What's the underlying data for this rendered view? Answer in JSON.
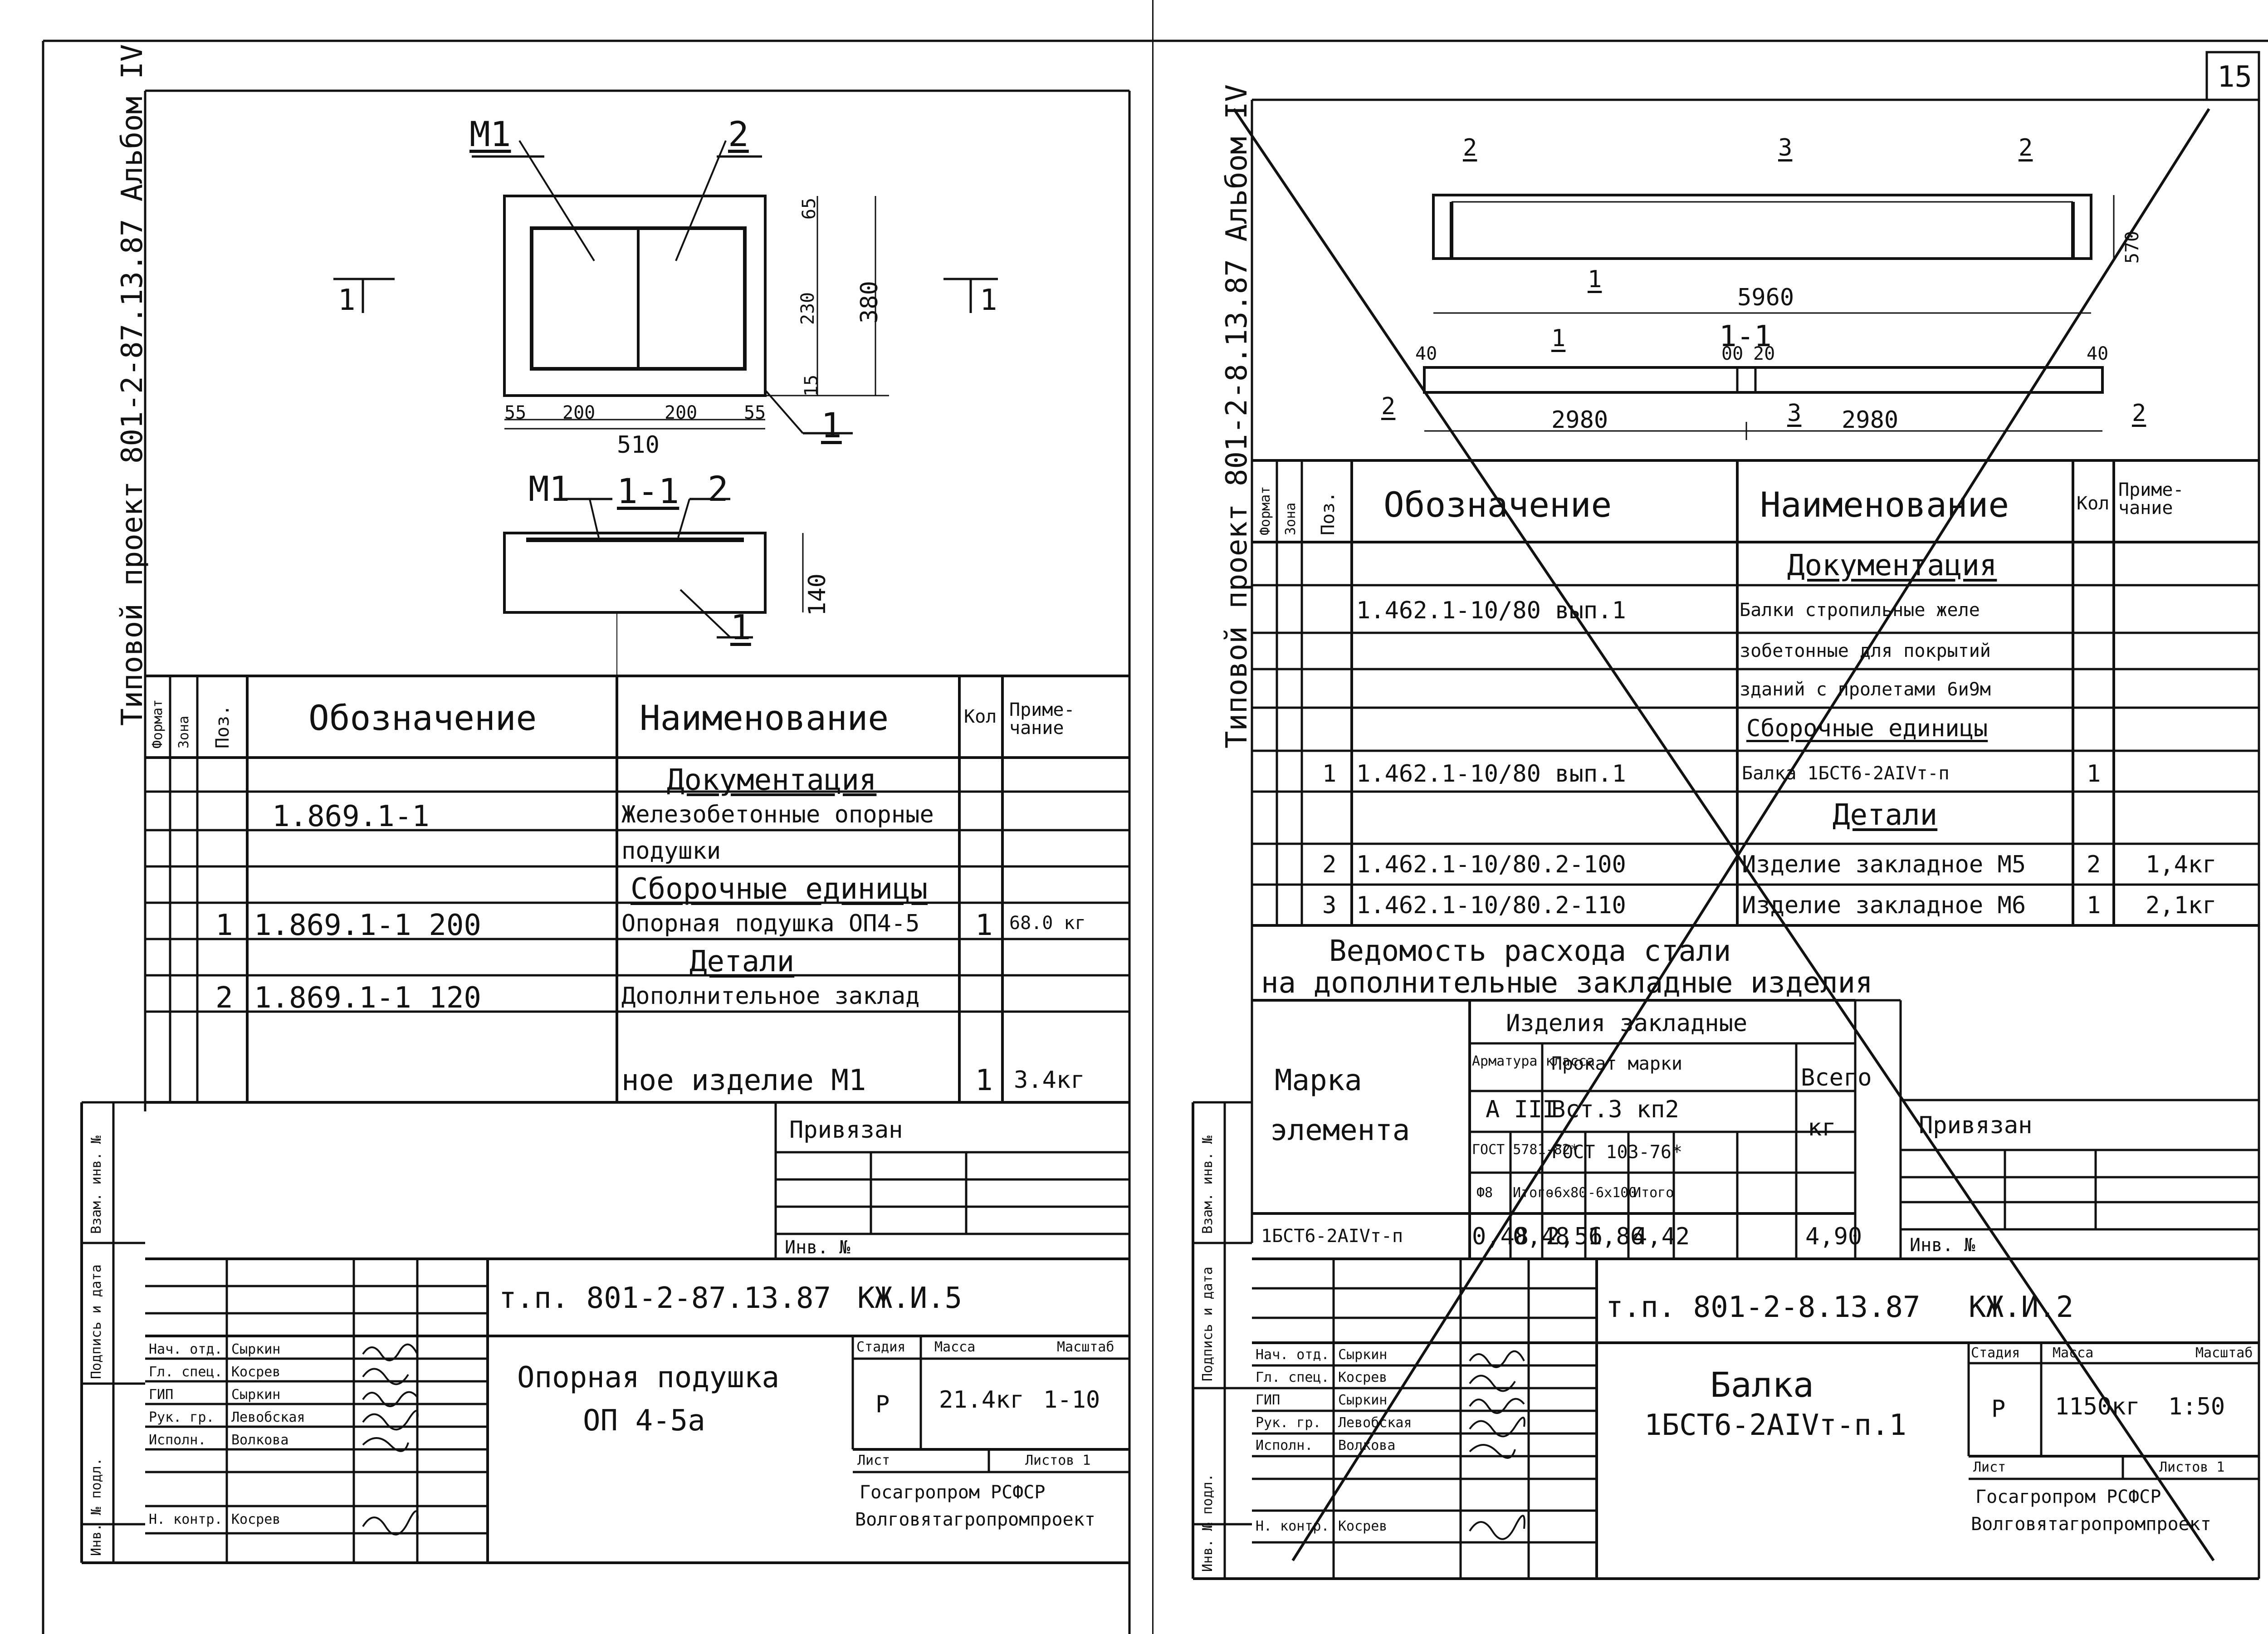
{
  "left": {
    "side_title": "Типовой проект 801-2-87.13.87 Альбом IV",
    "drawing": {
      "mark_m1": "М1",
      "mark_2": "2",
      "mark_1": "1",
      "section_mark": "1",
      "dims": {
        "d65": "65",
        "d230": "230",
        "d380": "380",
        "d15": "15",
        "d55a": "55",
        "d200a": "200",
        "d200b": "200",
        "d55b": "55",
        "d510": "510",
        "d140": "140"
      },
      "section_title": "1-1"
    },
    "spec": {
      "headers": {
        "format": "Формат",
        "zone": "Зона",
        "pos": "Поз.",
        "designation": "Обозначение",
        "name": "Наименование",
        "qty": "Кол",
        "note": "Приме-чание"
      },
      "rows": [
        {
          "pos": "",
          "designation": "",
          "name": "Документация",
          "heading": true,
          "qty": "",
          "note": ""
        },
        {
          "pos": "",
          "designation": "1.869.1-1",
          "name": "Железобетонные опорные",
          "heading": false,
          "qty": "",
          "note": ""
        },
        {
          "pos": "",
          "designation": "",
          "name": "подушки",
          "heading": false,
          "qty": "",
          "note": ""
        },
        {
          "pos": "",
          "designation": "",
          "name": "Сборочные единицы",
          "heading": true,
          "qty": "",
          "note": ""
        },
        {
          "pos": "1",
          "designation": "1.869.1-1 200",
          "name": "Опорная подушка ОП4-5",
          "heading": false,
          "qty": "1",
          "note": "68.0 кг"
        },
        {
          "pos": "",
          "designation": "",
          "name": "Детали",
          "heading": true,
          "qty": "",
          "note": ""
        },
        {
          "pos": "2",
          "designation": "1.869.1-1 120",
          "name": "Дополнительное заклад",
          "heading": false,
          "qty": "",
          "note": ""
        },
        {
          "pos": "",
          "designation": "",
          "name": "ное изделие М1",
          "heading": false,
          "qty": "1",
          "note": "3.4кг"
        }
      ]
    },
    "stamp": {
      "linked": "Привязан",
      "inv_no": "Инв. №",
      "side_labels": [
        "Взам. инв. №",
        "Подпись и дата",
        "Инв. № подл."
      ],
      "code": "т.п. 801-2-87.13.87",
      "sheet_code": "КЖ.И.5",
      "title_line1": "Опорная подушка",
      "title_line2": "ОП 4-5а",
      "stage_label": "Стадия",
      "mass_label": "Масса",
      "scale_label": "Масштаб",
      "stage": "Р",
      "mass": "21.4кг",
      "scale": "1-10",
      "sheet_label": "Лист",
      "sheets_label": "Листов 1",
      "org_line1": "Госагропром РСФСР",
      "org_line2": "Волговятагропромпроект",
      "signers": [
        {
          "role": "Нач. отд.",
          "name": "Сыркин"
        },
        {
          "role": "Гл. спец.",
          "name": "Косрев"
        },
        {
          "role": "ГИП",
          "name": "Сыркин"
        },
        {
          "role": "Рук. гр.",
          "name": "Левобская"
        },
        {
          "role": "Исполн.",
          "name": "Волкова"
        },
        {
          "role": "",
          "name": ""
        },
        {
          "role": "Н. контр.",
          "name": "Косрев"
        }
      ]
    }
  },
  "right": {
    "page_number": "15",
    "side_title": "Типовой проект 801-2-8.13.87 Альбом IV",
    "drawing": {
      "mark_2a": "2",
      "mark_3a": "3",
      "mark_2b": "2",
      "mark_1a": "1",
      "d5960": "5960",
      "d570": "570",
      "section_title": "1-1",
      "d40a": "40",
      "d40b": "40",
      "d00": "00",
      "d20": "20",
      "mark_1b": "1",
      "mark_2c": "2",
      "mark_3b": "3",
      "mark_2d": "2",
      "d2980a": "2980",
      "d2980b": "2980"
    },
    "spec": {
      "headers": {
        "format": "Формат",
        "zone": "Зона",
        "pos": "Поз.",
        "designation": "Обозначение",
        "name": "Наименование",
        "qty": "Кол",
        "note": "Приме-чание"
      },
      "rows": [
        {
          "pos": "",
          "designation": "",
          "name": "Документация",
          "heading": true,
          "qty": "",
          "note": ""
        },
        {
          "pos": "",
          "designation": "1.462.1-10/80 вып.1",
          "name": "Балки стропильные желе",
          "heading": false,
          "qty": "",
          "note": ""
        },
        {
          "pos": "",
          "designation": "",
          "name": "зобетонные для покрытий",
          "heading": false,
          "qty": "",
          "note": ""
        },
        {
          "pos": "",
          "designation": "",
          "name": "зданий с пролетами 6и9м",
          "heading": false,
          "qty": "",
          "note": ""
        },
        {
          "pos": "",
          "designation": "",
          "name": "Сборочные единицы",
          "heading": true,
          "qty": "",
          "note": ""
        },
        {
          "pos": "1",
          "designation": "1.462.1-10/80 вып.1",
          "name": "Балка 1БСТ6-2АIVт-п",
          "heading": false,
          "qty": "1",
          "note": ""
        },
        {
          "pos": "",
          "designation": "",
          "name": "Детали",
          "heading": true,
          "qty": "",
          "note": ""
        },
        {
          "pos": "2",
          "designation": "1.462.1-10/80.2-100",
          "name": "Изделие закладное М5",
          "heading": false,
          "qty": "2",
          "note": "1,4кг"
        },
        {
          "pos": "3",
          "designation": "1.462.1-10/80.2-110",
          "name": "Изделие закладное М6",
          "heading": false,
          "qty": "1",
          "note": "2,1кг"
        }
      ]
    },
    "steel": {
      "title_line1": "Ведомость расхода стали",
      "title_line2": "на дополнительные закладные изделия",
      "mark_label_1": "Марка",
      "mark_label_2": "элемента",
      "items_header": "Изделия закладные",
      "rebar_header": "Арматура класса",
      "rebar_class": "А III",
      "rolled_header": "Прокат марки",
      "rolled_grade": "Вст.3 кп2",
      "rebar_gost": "ГОСТ 5781-82*",
      "rolled_gost": "ГОСТ 103-76*",
      "total_header": "Всего",
      "total_unit": "кг",
      "sub_d8": "Ф8",
      "sub_total_a": "Итого",
      "sub_6x80": "-6х80",
      "sub_6x100": "-6х100",
      "sub_total_b": "Итого",
      "row": {
        "mark": "1БСТ6-2АIVт-п",
        "d8": "0,48",
        "total_a": "0,48",
        "r1": "2,56",
        "r2": "1,86",
        "total_b": "4,42",
        "total": "4,90"
      }
    },
    "stamp": {
      "linked": "Привязан",
      "inv_no": "Инв. №",
      "side_labels": [
        "Взам. инв. №",
        "Подпись и дата",
        "Инв. № подл."
      ],
      "code": "т.п. 801-2-8.13.87",
      "sheet_code": "КЖ.И.2",
      "title_line1": "Балка",
      "title_line2": "1БСТ6-2АIVт-п.1",
      "stage_label": "Стадия",
      "mass_label": "Масса",
      "scale_label": "Масштаб",
      "stage": "Р",
      "mass": "1150кг",
      "scale": "1:50",
      "sheet_label": "Лист",
      "sheets_label": "Листов 1",
      "org_line1": "Госагропром РСФСР",
      "org_line2": "Волговятагропромпроект",
      "signers": [
        {
          "role": "Нач. отд.",
          "name": "Сыркин"
        },
        {
          "role": "Гл. спец.",
          "name": "Косрев"
        },
        {
          "role": "ГИП",
          "name": "Сыркин"
        },
        {
          "role": "Рук. гр.",
          "name": "Левобская"
        },
        {
          "role": "Исполн.",
          "name": "Волкова"
        },
        {
          "role": "",
          "name": ""
        },
        {
          "role": "Н. контр.",
          "name": "Косрев"
        }
      ]
    }
  }
}
